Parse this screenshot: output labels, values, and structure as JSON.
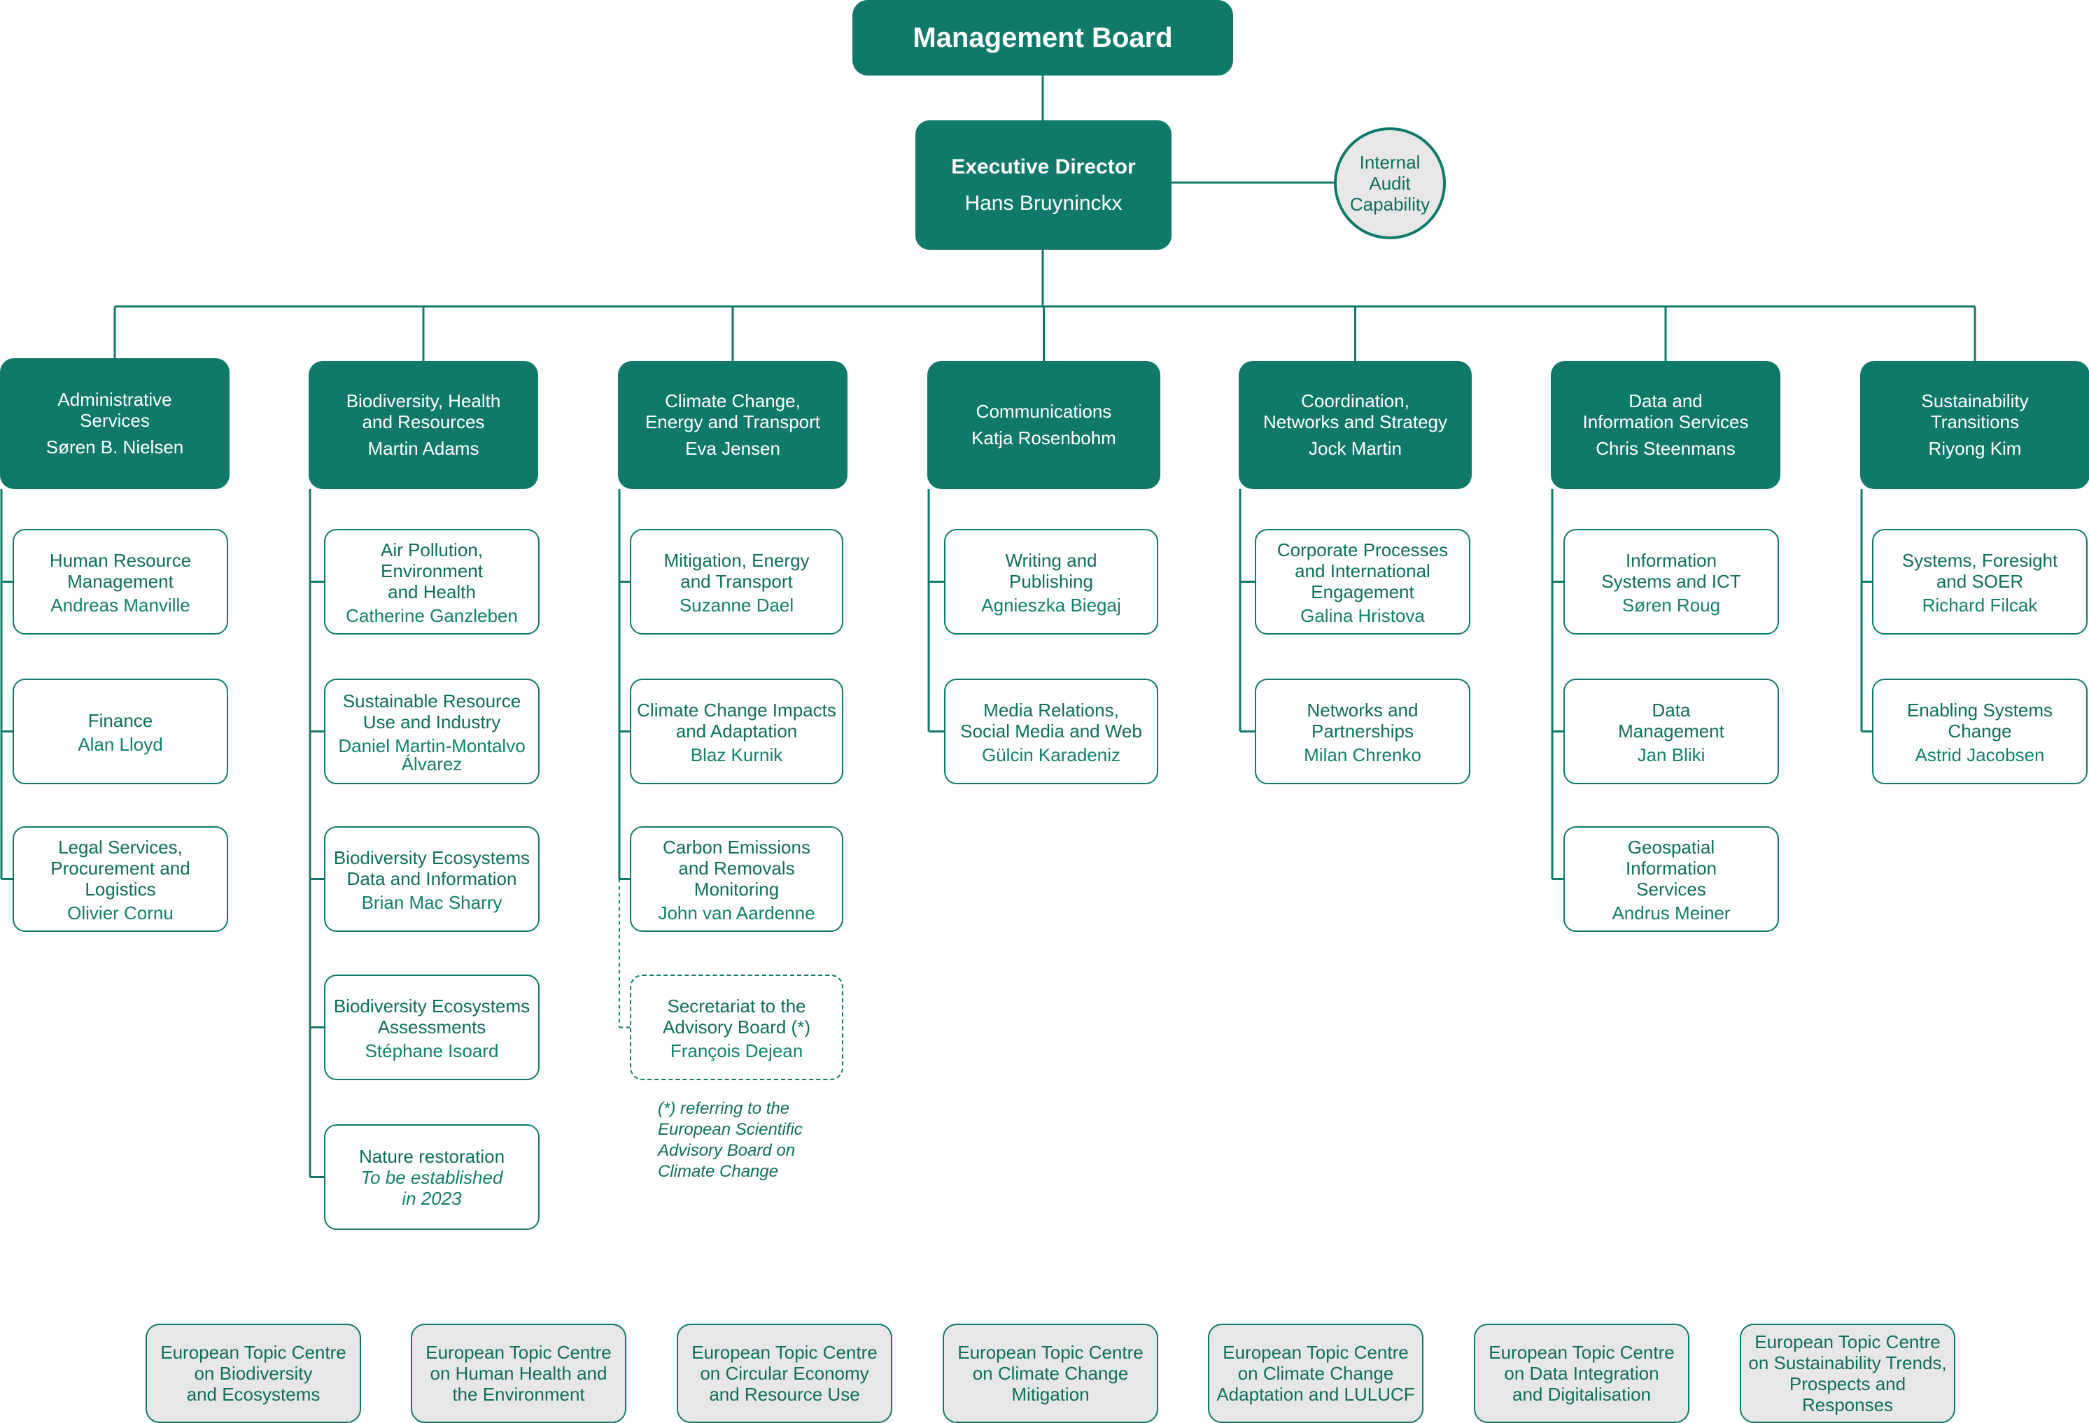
{
  "board": {
    "title": "Management Board"
  },
  "director": {
    "title": "Executive Director",
    "name": "Hans Bruyninckx"
  },
  "audit": {
    "label": "Internal\nAudit\nCapability"
  },
  "programmes": [
    {
      "title": "Administrative\nServices",
      "name": "Søren B. Nielsen",
      "units": [
        {
          "title": "Human Resource\nManagement",
          "name": "Andreas Manville"
        },
        {
          "title": "Finance",
          "name": "Alan Lloyd"
        },
        {
          "title": "Legal Services,\nProcurement and\nLogistics",
          "name": "Olivier Cornu"
        }
      ]
    },
    {
      "title": "Biodiversity, Health\nand Resources",
      "name": "Martin Adams",
      "units": [
        {
          "title": "Air Pollution,\nEnvironment\nand Health",
          "name": "Catherine Ganzleben"
        },
        {
          "title": "Sustainable Resource\nUse and Industry",
          "name": "Daniel Martin-Montalvo\nÁlvarez"
        },
        {
          "title": "Biodiversity Ecosystems\nData and Information",
          "name": "Brian Mac Sharry"
        },
        {
          "title": "Biodiversity Ecosystems\nAssessments",
          "name": "Stéphane Isoard"
        },
        {
          "title": "Nature restoration",
          "name": "To be established\nin 2023",
          "italic": true
        }
      ]
    },
    {
      "title": "Climate Change,\nEnergy and Transport",
      "name": "Eva Jensen",
      "units": [
        {
          "title": "Mitigation, Energy\nand Transport",
          "name": "Suzanne Dael"
        },
        {
          "title": "Climate Change Impacts\nand Adaptation",
          "name": "Blaz Kurnik"
        },
        {
          "title": "Carbon Emissions\nand Removals\nMonitoring",
          "name": "John van Aardenne"
        },
        {
          "title": "Secretariat to the\nAdvisory Board (*)",
          "name": "François Dejean",
          "dashed": true
        }
      ]
    },
    {
      "title": "Communications",
      "name": "Katja Rosenbohm",
      "units": [
        {
          "title": "Writing and\nPublishing",
          "name": "Agnieszka Biegaj"
        },
        {
          "title": "Media Relations,\nSocial Media and Web",
          "name": "Gülcin Karadeniz"
        }
      ]
    },
    {
      "title": "Coordination,\nNetworks and Strategy",
      "name": "Jock Martin",
      "units": [
        {
          "title": "Corporate Processes\nand International\nEngagement",
          "name": "Galina Hristova"
        },
        {
          "title": "Networks and\nPartnerships",
          "name": "Milan Chrenko"
        }
      ]
    },
    {
      "title": "Data and\nInformation Services",
      "name": "Chris Steenmans",
      "units": [
        {
          "title": "Information\nSystems and ICT",
          "name": "Søren Roug"
        },
        {
          "title": "Data\nManagement",
          "name": "Jan Bliki"
        },
        {
          "title": "Geospatial\nInformation\nServices",
          "name": "Andrus Meiner"
        }
      ]
    },
    {
      "title": "Sustainability\nTransitions",
      "name": "Riyong Kim",
      "units": [
        {
          "title": "Systems, Foresight\nand SOER",
          "name": "Richard Filcak"
        },
        {
          "title": "Enabling Systems\nChange",
          "name": "Astrid Jacobsen"
        }
      ]
    }
  ],
  "footnote": "(*) referring to the\nEuropean Scientific\nAdvisory Board on\nClimate Change",
  "topic_centres": [
    "European Topic Centre\non Biodiversity\nand Ecosystems",
    "European Topic Centre\non Human Health and\nthe Environment",
    "European Topic Centre\non Circular Economy\nand Resource Use",
    "European Topic Centre\non Climate Change\nMitigation",
    "European Topic Centre\non Climate Change\nAdaptation and LULUCF",
    "European Topic Centre\non Data Integration\nand Digitalisation",
    "European Topic Centre\non Sustainability Trends,\nProspects and Responses"
  ],
  "colors": {
    "primary": "#10796a",
    "text": "#0f6e5c",
    "etc_fill": "#e7e7e7"
  }
}
